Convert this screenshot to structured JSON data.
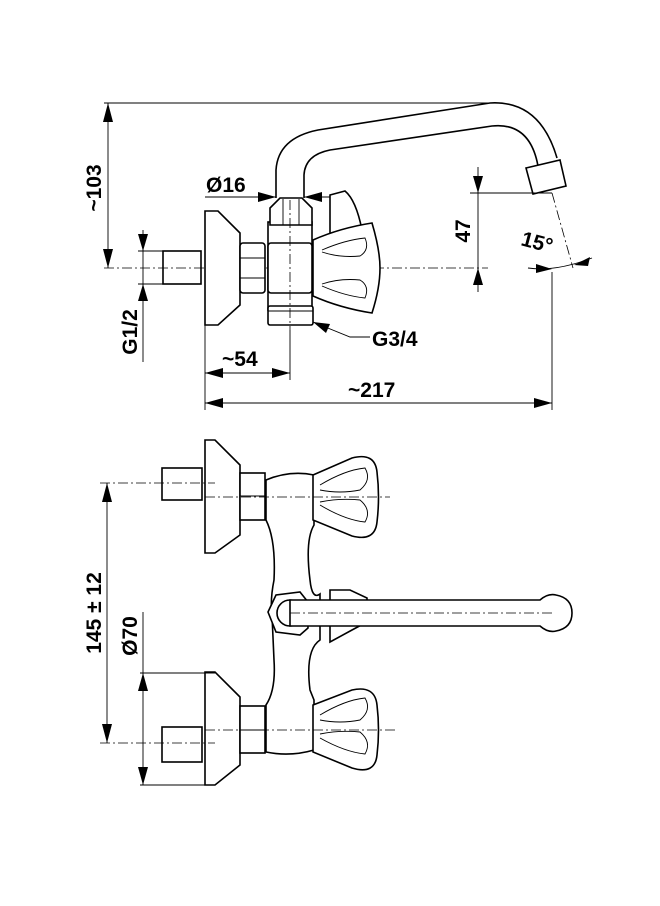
{
  "side_view": {
    "dim_height": "~103",
    "dim_pipe_diameter": "Ø16",
    "dim_spout_offset": "47",
    "dim_angle": "15°",
    "dim_inlet_thread": "G1/2",
    "dim_outlet_thread": "G3/4",
    "dim_body_depth": "~54",
    "dim_spout_reach": "~217"
  },
  "front_view": {
    "dim_centers": "145 ± 12",
    "dim_rosette_diameter": "Ø70"
  }
}
